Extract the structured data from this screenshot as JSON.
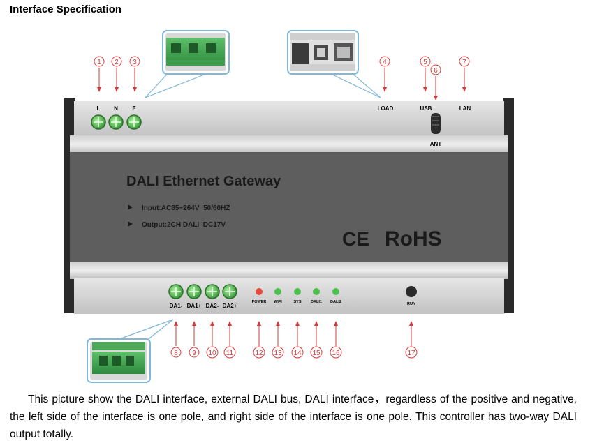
{
  "title": "Interface Specification",
  "device": {
    "name": "DALI Ethernet Gateway",
    "input_spec": "Input:AC85~264V  50/60HZ",
    "output_spec": "Output:2CH DALI  DC17V",
    "cert_ce": "CE",
    "cert_rohs": "RoHS"
  },
  "top_ports": {
    "l": "L",
    "n": "N",
    "e": "E",
    "load": "LOAD",
    "usb": "USB",
    "lan": "LAN",
    "ant": "ANT"
  },
  "bottom_ports": {
    "da1_neg": "DA1-",
    "da1_pos": "DA1+",
    "da2_neg": "DA2-",
    "da2_pos": "DA2+",
    "power": "POWER",
    "wifi": "WIFI",
    "sys": "SYS",
    "dali1": "DALI1",
    "dali2": "DALI2",
    "run": "RUN"
  },
  "callouts": [
    "1",
    "2",
    "3",
    "4",
    "5",
    "6",
    "7",
    "8",
    "9",
    "10",
    "11",
    "12",
    "13",
    "14",
    "15",
    "16",
    "17"
  ],
  "colors": {
    "callout": "#d63b3b",
    "led_red": "#e74a3b",
    "led_green": "#4cc04c"
  },
  "description": "This picture show the DALI interface, external DALI bus, DALI interface，regardless of the positive and negative, the left side of the interface is one pole, and right side of the interface is one pole. This controller has two-way DALI output totally."
}
